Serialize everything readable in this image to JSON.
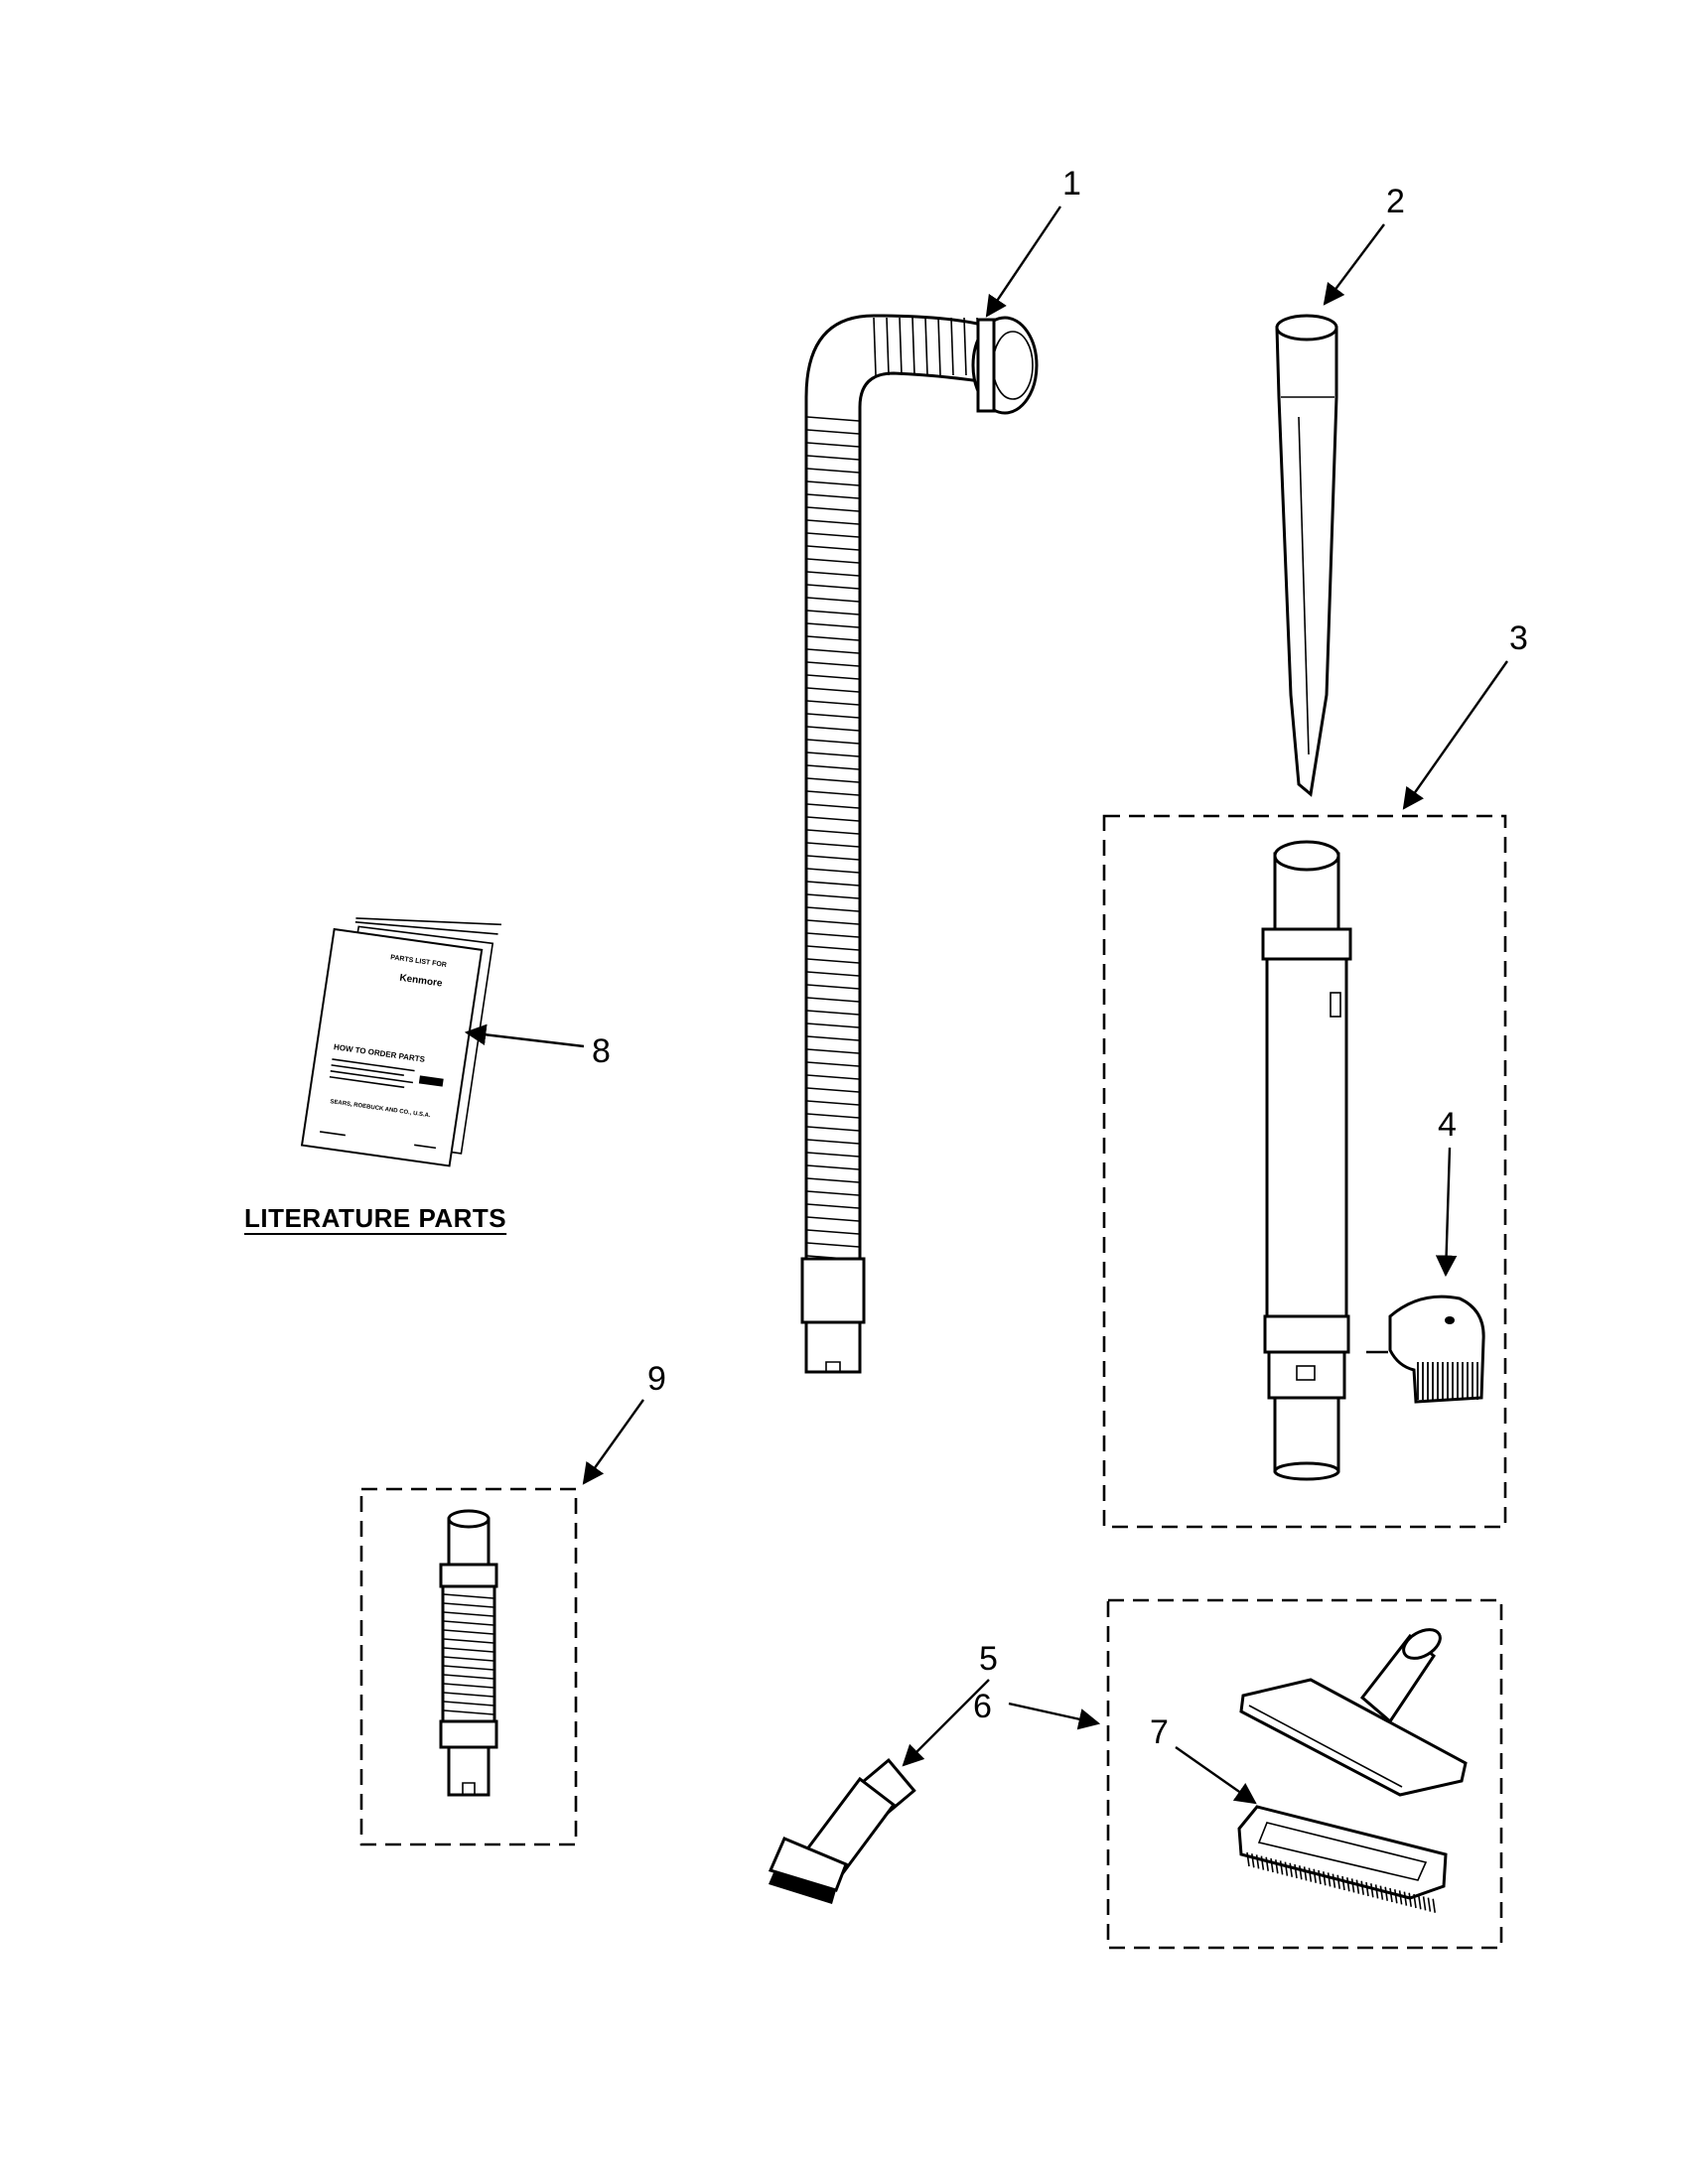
{
  "callouts": {
    "c1": "1",
    "c2": "2",
    "c3": "3",
    "c4": "4",
    "c5": "5",
    "c6": "6",
    "c7": "7",
    "c8": "8",
    "c9": "9"
  },
  "literature_label": "LITERATURE PARTS",
  "booklet": {
    "header": "PARTS LIST FOR",
    "brand": "Kenmore",
    "section": "HOW TO ORDER PARTS",
    "footer": "SEARS, ROEBUCK AND CO., U.S.A."
  }
}
